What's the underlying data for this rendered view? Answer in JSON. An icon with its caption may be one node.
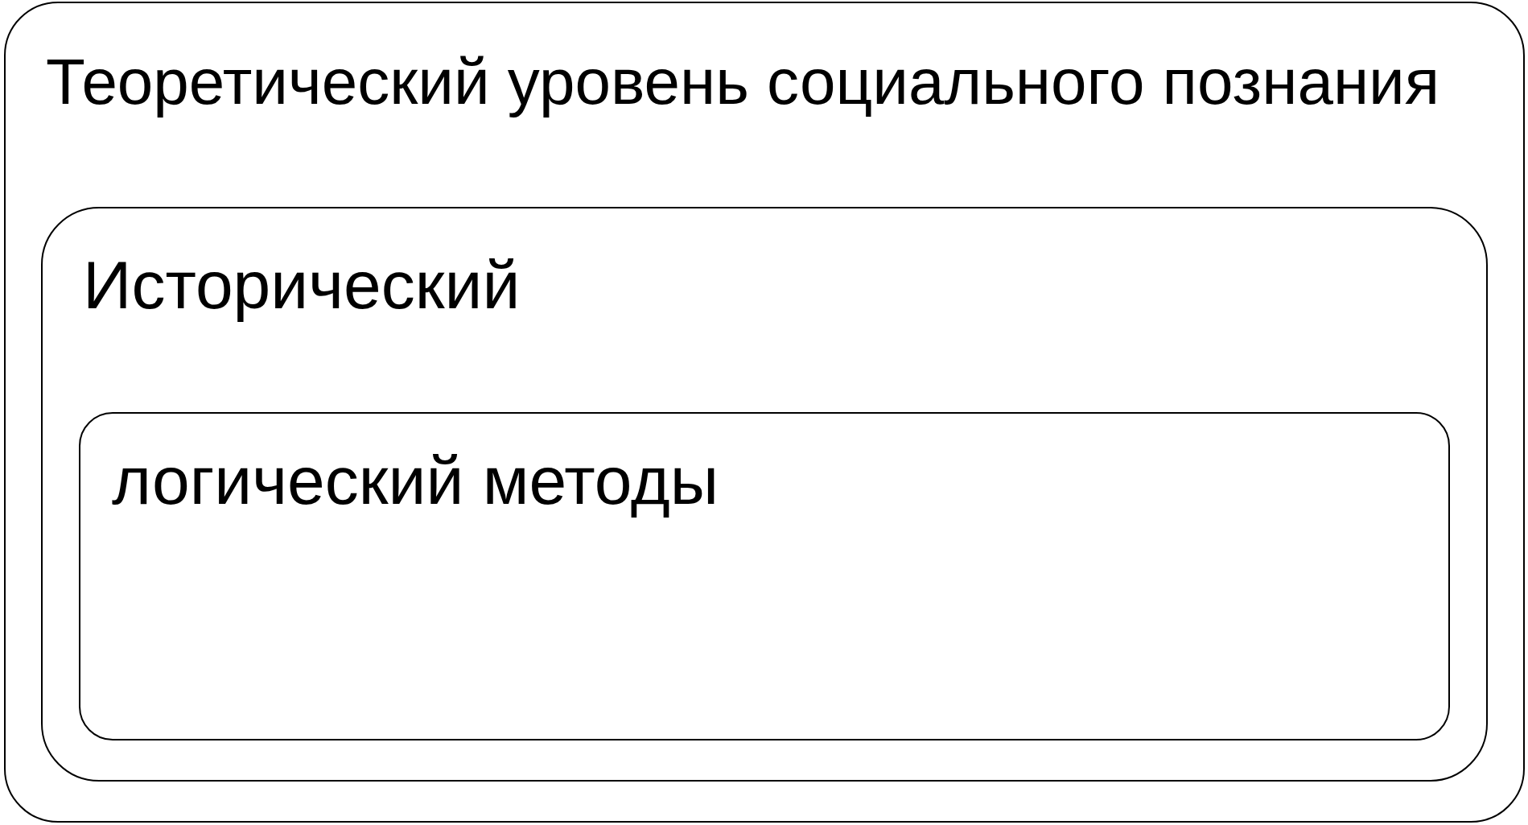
{
  "diagram": {
    "nodes": [
      {
        "text": [
          "Теоретический уровень социального познания"
        ]
      },
      {
        "text": [
          "Исторический"
        ],
        "in": 0
      },
      {
        "text": [
          "логический методы"
        ],
        "in": 1
      }
    ]
  }
}
